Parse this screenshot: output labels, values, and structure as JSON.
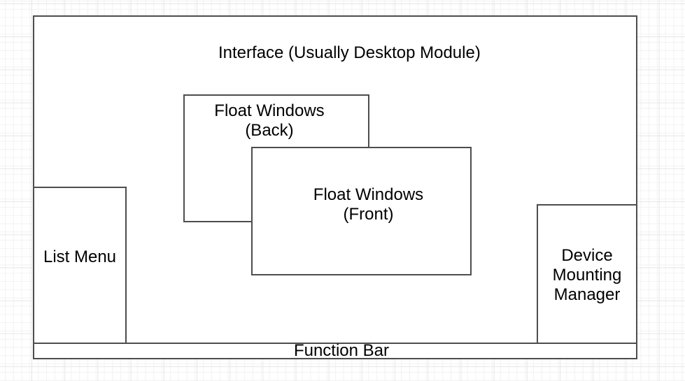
{
  "diagram": {
    "interface_label": "Interface (Usually Desktop Module)",
    "float_back_label": "Float Windows\n(Back)",
    "float_front_label": "Float Windows\n(Front)",
    "list_menu_label": "List Menu",
    "device_manager_label": "Device\nMounting\nManager",
    "function_bar_label": "Function Bar"
  },
  "colors": {
    "canvas_bg": "#ffffff",
    "grid_minor": "#f2f2f2",
    "grid_major": "#e6e6e6",
    "border": "#4d4d4d",
    "box_fill": "#ffffff",
    "text": "#000000"
  }
}
